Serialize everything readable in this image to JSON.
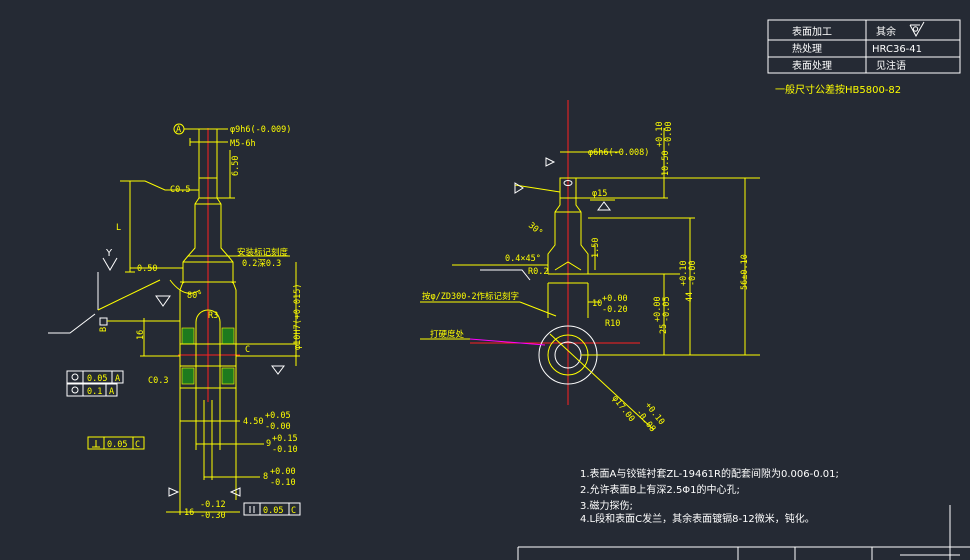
{
  "title_block": {
    "rows": [
      {
        "label": "表面加工",
        "value": "其余"
      },
      {
        "label": "热处理",
        "value": "HRC36-41"
      },
      {
        "label": "表面处理",
        "value": "见注语"
      }
    ]
  },
  "general_tolerance": "一般尺寸公差按HB5800-82",
  "left_view": {
    "datum_a": "A",
    "dia_9h6": "φ9h6(-0.009)",
    "thread": "M5-6h",
    "dim_650": "6.50",
    "chamfer_top": "C0.5",
    "len_L": "L",
    "dim_050": "0.50",
    "note_mark1": "安装标记刻度",
    "note_mark2": "0.2深0.3",
    "angle_80": "80°",
    "roughness": "Y",
    "datum_b": "B",
    "dim_16": "16",
    "r3": "R3",
    "dia_10": "φ10H7(+0.015)",
    "label_c": "C",
    "tol1_val": "0.05",
    "tol1_ref": "A",
    "tol2_val": "0.1",
    "tol2_ref": "A",
    "chamfer_bot": "C0.3",
    "perp_val": "0.05",
    "perp_ref": "C",
    "dim_450": "4.50",
    "dim_450_up": "+0.05",
    "dim_450_lo": "-0.00",
    "dim_9": "9",
    "dim_9_up": "+0.15",
    "dim_9_lo": "-0.10",
    "dim_8": "8",
    "dim_8_up": "+0.00",
    "dim_8_lo": "-0.10",
    "dim_16b": "16",
    "dim_16b_up": "-0.12",
    "dim_16b_lo": "-0.30",
    "par_val": "0.05",
    "par_ref": "C"
  },
  "right_view": {
    "dia_6h6": "φ6h6(-0.008)",
    "dim_1050": "10.50",
    "dim_1050_up": "+0.10",
    "dim_1050_lo": "-0.00",
    "dia_15": "φ15",
    "angle_30": "30°",
    "dim_150": "1.50",
    "chamfer": "0.4×45°",
    "r02": "R0.2",
    "note_press": "按φ/ZD300-2作标记刻字",
    "dim_10": "10",
    "dim_10_up": "+0.00",
    "dim_10_lo": "-0.20",
    "r10": "R10",
    "note_hard": "打硬度处",
    "dim_44": "44",
    "dim_44_up": "+0.10",
    "dim_44_lo": "-0.00",
    "dim_25": "25",
    "dim_25_up": "+0.00",
    "dim_25_lo": "-0.05",
    "dim_56": "56±0.10",
    "dia_17": "φ17.00",
    "dia_17_up": "+0.10",
    "dia_17_lo": "-0.08"
  },
  "notes": [
    "1.表面A与铰链衬套ZL-19461R的配套间隙为0.006-0.01;",
    "2.允许表面B上有深2.5Φ1的中心孔;",
    "3.磁力探伤;",
    "4.L段和表面C发兰，其余表面镀镉8-12微米，钝化。"
  ],
  "colors": {
    "background": "#252a34",
    "geometry": "#ffff00",
    "centerline": "#ff2020",
    "border": "#ffffff",
    "leader": "#ff00ff",
    "hatch": "#1e7a1e"
  }
}
